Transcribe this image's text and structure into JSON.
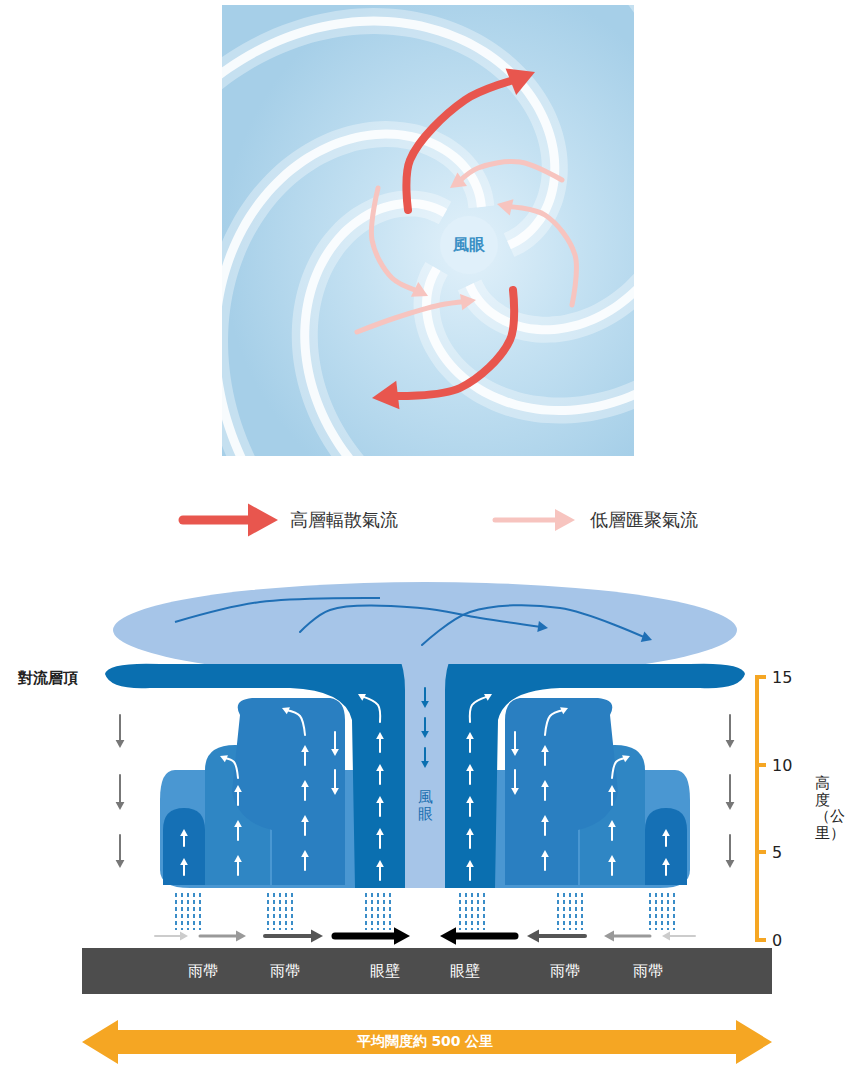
{
  "diagram": {
    "nodes": [
      {
        "text": [
          "風眼"
        ]
      }
    ],
    "labels": [
      "對流層頂",
      "15",
      "10",
      "5",
      "0",
      "高度（公里）",
      "風眼",
      "雨帶",
      "雨帶",
      "眼壁",
      "眼壁",
      "雨帶",
      "雨帶",
      "平均闊度約 500 公里"
    ],
    "legend": [
      {
        "text": "高層輻散氣流"
      },
      {
        "text": "低層匯聚氣流"
      }
    ]
  }
}
